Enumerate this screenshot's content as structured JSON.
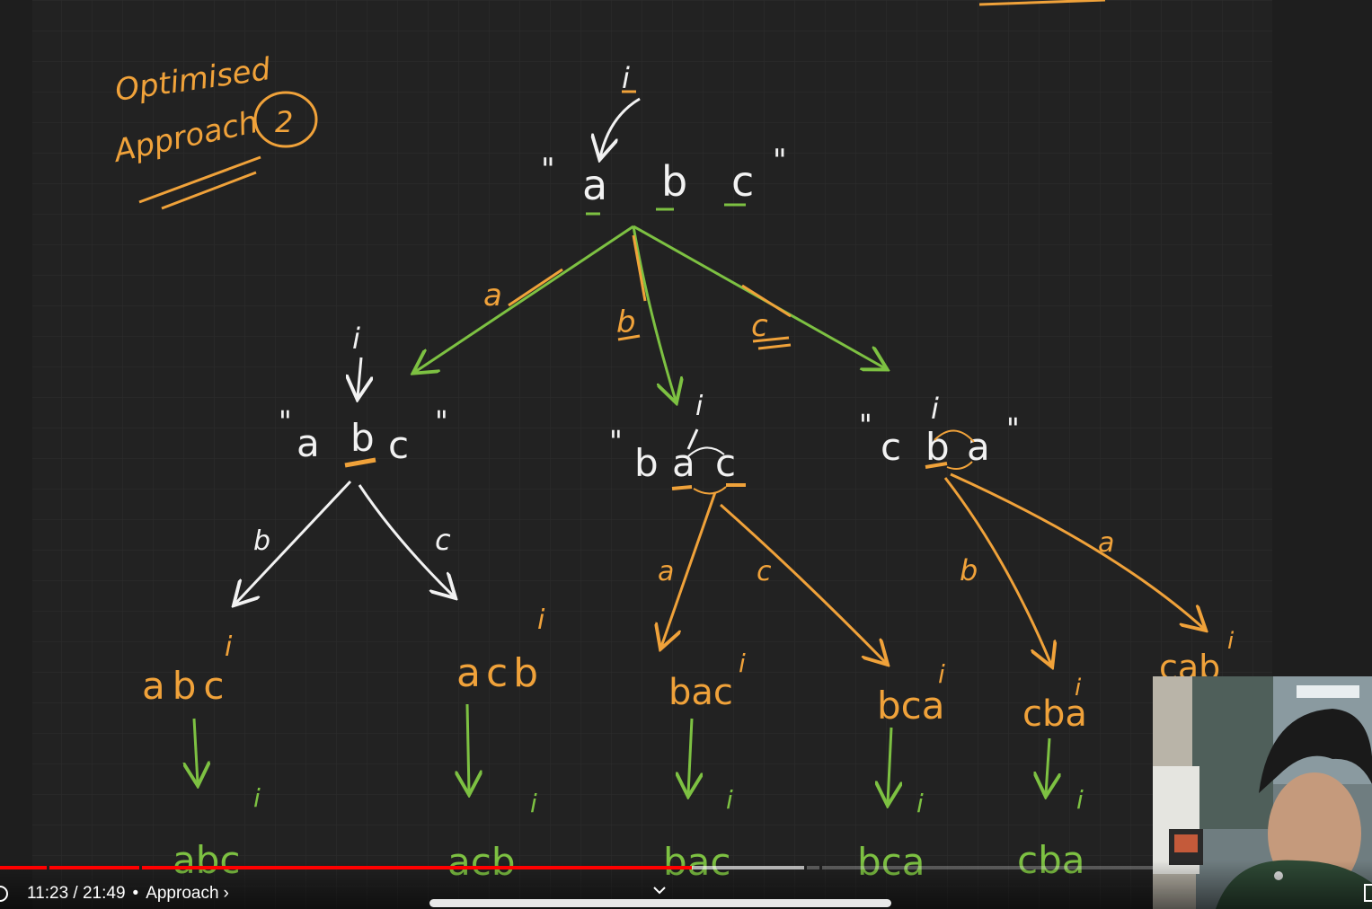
{
  "whiteboard": {
    "title_line1": "Optimised",
    "title_line2": "Approach",
    "title_number": "2",
    "root": {
      "open_quote": "\"",
      "chars": [
        "a",
        "b",
        "c"
      ],
      "close_quote": "\"",
      "pointer": "i"
    },
    "level1_edge_labels": [
      "a",
      "b",
      "c"
    ],
    "level1_nodes": [
      {
        "open_quote": "\"",
        "chars": [
          "a",
          "b",
          "c"
        ],
        "close_quote": "\"",
        "pointer": "i"
      },
      {
        "open_quote": "\"",
        "chars": [
          "b",
          "a",
          "c"
        ],
        "pointer": "i"
      },
      {
        "open_quote": "\"",
        "chars": [
          "c",
          "b",
          "a"
        ],
        "close_quote": "\"",
        "pointer": "i"
      }
    ],
    "level2_edge_labels": [
      "b",
      "c",
      "a",
      "c",
      "b",
      "a"
    ],
    "level2_nodes": [
      {
        "text": "abc",
        "pointer": "i"
      },
      {
        "text": "acb",
        "pointer": "i"
      },
      {
        "text": "bac",
        "pointer": "i"
      },
      {
        "text": "bca",
        "pointer": "i"
      },
      {
        "text": "cba",
        "pointer": "i"
      },
      {
        "text": "cab",
        "pointer": "i"
      }
    ],
    "results": [
      {
        "text": "abc",
        "pointer": "i"
      },
      {
        "text": "acb",
        "pointer": "i"
      },
      {
        "text": "bac",
        "pointer": "i"
      },
      {
        "text": "bca",
        "pointer": "i"
      },
      {
        "text": "cba",
        "pointer": "i"
      }
    ]
  },
  "player": {
    "time": "11:23 / 21:49",
    "separator": "•",
    "chapter": "Approach",
    "chapter_chevron": "›",
    "progress_played": 0.6,
    "progress_buffered": 0.7
  },
  "colors": {
    "board": "#1e1e1e",
    "grid": "#2c2c2c",
    "white_ink": "#f2f2f2",
    "orange_ink": "#f0a23a",
    "green_ink": "#7dc142",
    "progress": "#ff0000"
  }
}
